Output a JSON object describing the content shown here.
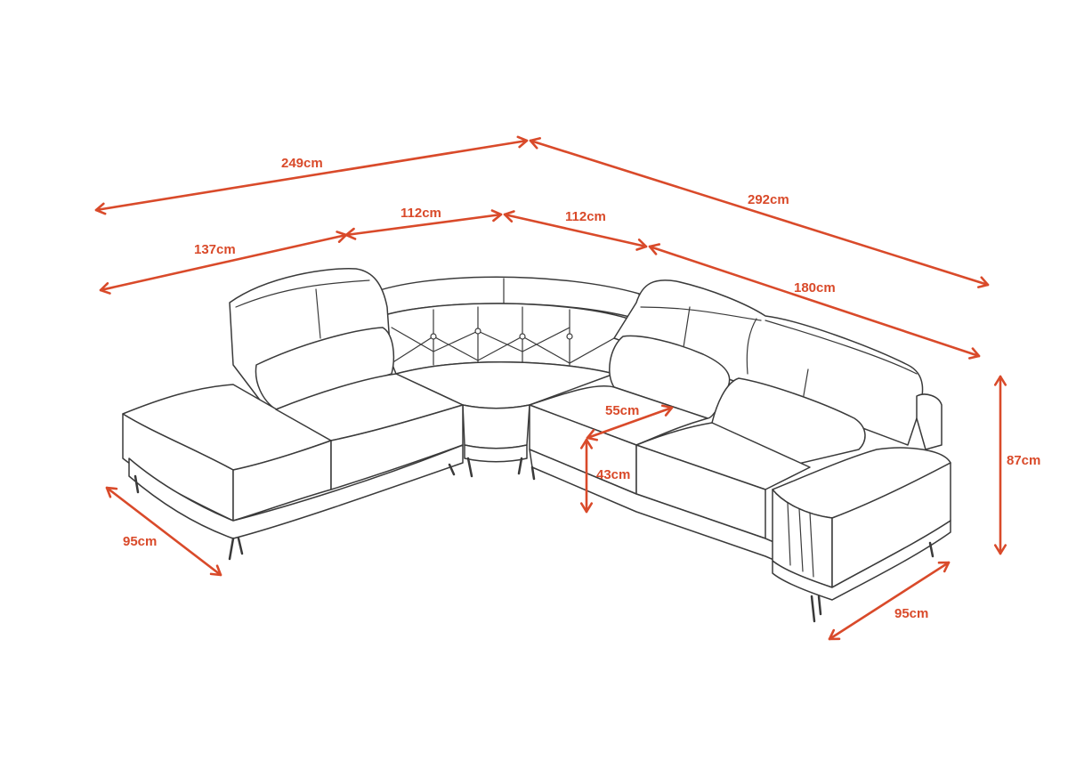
{
  "colors": {
    "dimension": "#d94a2a",
    "outline": "#3a3a3a",
    "background": "#ffffff"
  },
  "dimensions": {
    "total_left": "249cm",
    "total_right": "292cm",
    "left_section": "137cm",
    "corner_left": "112cm",
    "corner_right": "112cm",
    "right_section": "180cm",
    "seat_depth": "55cm",
    "seat_height": "43cm",
    "total_height": "87cm",
    "depth_left": "95cm",
    "depth_right": "95cm"
  }
}
